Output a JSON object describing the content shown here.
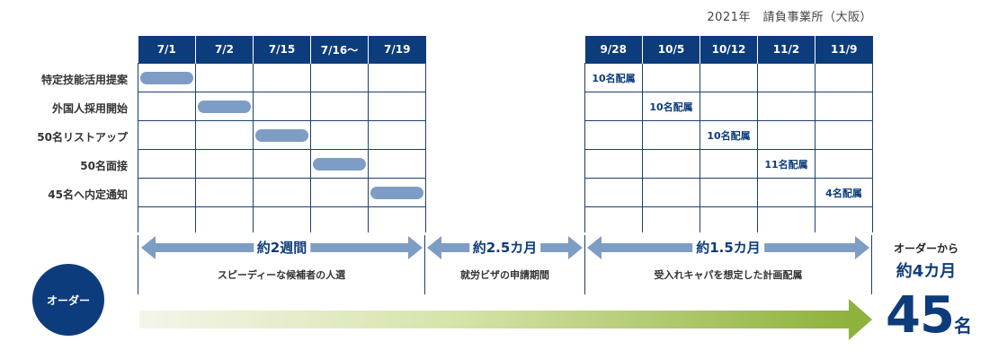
{
  "note": "2021年　請負事業所（大阪）",
  "rows": [
    "特定技能活用提案",
    "外国人採用開始",
    "50名リストアップ",
    "50名面接",
    "45名へ内定通知"
  ],
  "left_dates": [
    "7/1",
    "7/2",
    "7/15",
    "7/16〜",
    "7/19"
  ],
  "right_dates": [
    "9/28",
    "10/5",
    "10/12",
    "11/2",
    "11/9"
  ],
  "assignments": [
    "10名配属",
    "10名配属",
    "10名配属",
    "11名配属",
    "4名配属"
  ],
  "phases": [
    {
      "label": "約2週間",
      "desc": "スピーディーな候補者の人選"
    },
    {
      "label": "約2.5カ月",
      "desc": "就労ビザの申請期間"
    },
    {
      "label": "約1.5カ月",
      "desc": "受入れキャパを想定した計画配属"
    }
  ],
  "order_label": "オーダー",
  "result": {
    "from": "オーダーから",
    "duration": "約4カ月",
    "count": "45",
    "unit": "名"
  },
  "colors": {
    "navy": "#0d3c7c",
    "pill": "#7e9dc4",
    "green": "#8eb23c"
  }
}
